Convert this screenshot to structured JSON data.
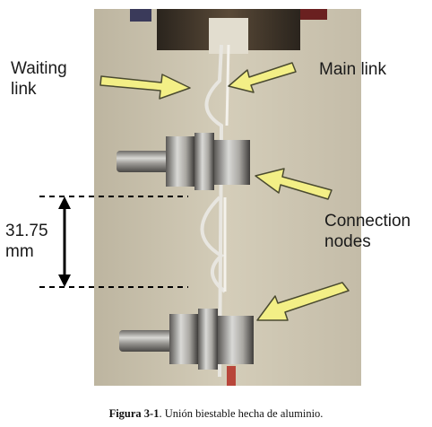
{
  "figure": {
    "labels": {
      "waiting_link": [
        "Waiting",
        "link"
      ],
      "main_link": "Main link",
      "connection_nodes": [
        "Connection",
        "nodes"
      ],
      "dimension": [
        "31.75",
        "mm"
      ]
    },
    "caption": {
      "number": "Figura 3-1",
      "text": ". Unión biestable hecha de aluminio."
    },
    "colors": {
      "arrow_fill": "#f3ef86",
      "arrow_stroke": "#4a4a30",
      "photo_background": "#c9c2ae"
    }
  }
}
